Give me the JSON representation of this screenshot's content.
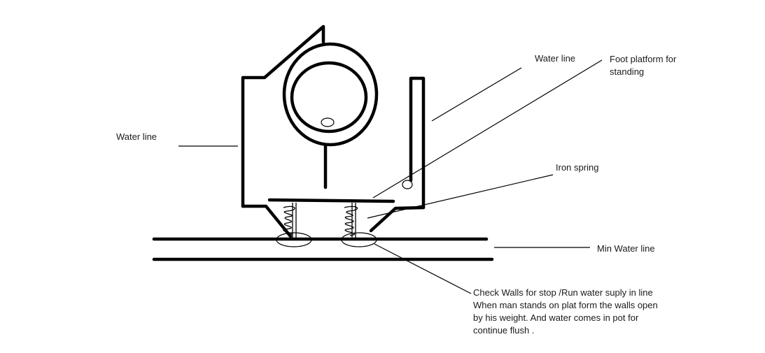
{
  "labels": {
    "water_line_right": "Water line",
    "foot_platform": [
      "Foot platform for",
      "standing"
    ],
    "water_line_left": "Water line",
    "iron_spring": "Iron spring",
    "min_water_line": "Min Water line",
    "check_walls": [
      "Check Walls for stop /Run water suply in line",
      "When man stands on plat form the walls open",
      "by his weight. And water comes in pot for",
      "continue flush ."
    ]
  }
}
